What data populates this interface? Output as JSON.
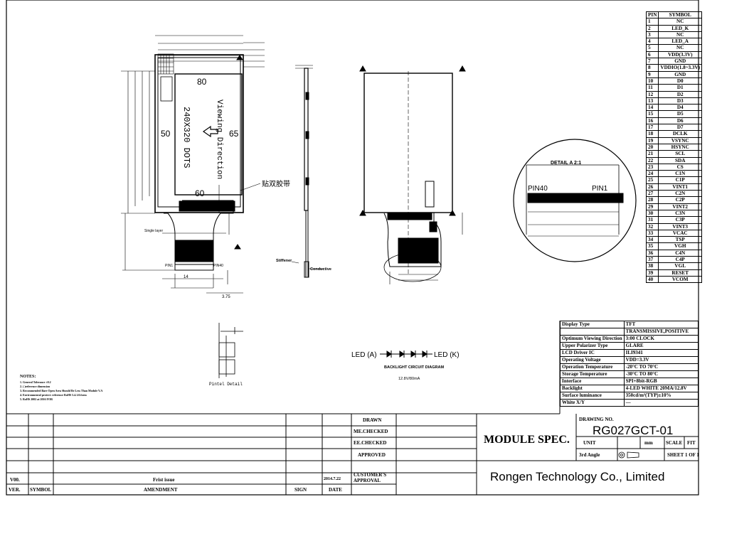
{
  "pin_table": {
    "header": {
      "pin": "PIN",
      "symbol": "SYMBOL"
    },
    "rows": [
      [
        "1",
        "NC"
      ],
      [
        "2",
        "LED_K"
      ],
      [
        "3",
        "NC"
      ],
      [
        "4",
        "LED_A"
      ],
      [
        "5",
        "NC"
      ],
      [
        "6",
        "VDD(3.3V)"
      ],
      [
        "7",
        "GND"
      ],
      [
        "8",
        "VDDIO(1.8~3.3V)"
      ],
      [
        "9",
        "GND"
      ],
      [
        "10",
        "D0"
      ],
      [
        "11",
        "D1"
      ],
      [
        "12",
        "D2"
      ],
      [
        "13",
        "D3"
      ],
      [
        "14",
        "D4"
      ],
      [
        "15",
        "D5"
      ],
      [
        "16",
        "D6"
      ],
      [
        "17",
        "D7"
      ],
      [
        "18",
        "DCLK"
      ],
      [
        "19",
        "VSYNC"
      ],
      [
        "20",
        "HSYNC"
      ],
      [
        "21",
        "SCL"
      ],
      [
        "22",
        "SDA"
      ],
      [
        "23",
        "CS"
      ],
      [
        "24",
        "C1N"
      ],
      [
        "25",
        "C1P"
      ],
      [
        "26",
        "VINT1"
      ],
      [
        "27",
        "C2N"
      ],
      [
        "28",
        "C2P"
      ],
      [
        "29",
        "VINT2"
      ],
      [
        "30",
        "C3N"
      ],
      [
        "31",
        "C3P"
      ],
      [
        "32",
        "VINT3"
      ],
      [
        "33",
        "VCAC"
      ],
      [
        "34",
        "TSP"
      ],
      [
        "35",
        "VGH"
      ],
      [
        "36",
        "C4N"
      ],
      [
        "37",
        "C4P"
      ],
      [
        "38",
        "VGL"
      ],
      [
        "39",
        "RESET"
      ],
      [
        "40",
        "VCOM"
      ]
    ]
  },
  "spec_table": [
    [
      "Display Type",
      "TFT"
    ],
    [
      "",
      "TRANSMISSIVE,POSITIVE"
    ],
    [
      "Optimum Viewing Direction",
      "3:00 CLOCK"
    ],
    [
      "Upper Polarizer Type",
      "GLARE"
    ],
    [
      "LCD Driver IC",
      "ILI9341"
    ],
    [
      "Operating Voltage",
      "VDD=3.3V"
    ],
    [
      "Operation Temperature",
      "-20°C TO 70°C"
    ],
    [
      "Storage Temperature",
      "-30°C TO 80°C"
    ],
    [
      "Interface",
      "SPI+8bit-RGB"
    ],
    [
      "Backlight",
      "4-LED WHITE 20MA/12.8V"
    ],
    [
      "Surface luminance",
      "350cd/m²(TYP)±10%"
    ],
    [
      "White X/Y",
      "—"
    ]
  ],
  "drawing": {
    "lcd_text": "240X320 DOTS",
    "viewing_direction": "Viewing Direction",
    "view_top": "80",
    "view_bottom": "60",
    "view_left": "50",
    "view_right": "65",
    "tape_label": "贴双胶带",
    "single_layer": "Single layer",
    "stiffener": "Stiffener",
    "conductive": "Conductive",
    "pin1": "PIN1",
    "pin40": "PIN40",
    "detail_title": "DETAIL  A 2:1",
    "detail_pin40": "PIN40",
    "detail_pin1": "PIN1",
    "dim_w": "14",
    "dim_b": "3.75",
    "backlight_led_a": "LED (A)",
    "backlight_led_k": "LED (K)",
    "backlight_title": "BACKLIGHT CIRCUIT DIAGRAM",
    "backlight_sub": "12.8V/80mA",
    "print_detail": "Pintel Detail",
    "notes_title": "NOTES:",
    "notes": [
      "1. General Tolerance ±0.2",
      "2. ( )reference dimension",
      "3. Recommended Bare Open Area Should Be Less Than Module V.A",
      "4. Environmental protect: reference RoHS 5.4.1.0.form",
      "5. RoHS  2002 at 2016 FOR"
    ]
  },
  "title_block": {
    "drawn": "DRAWN",
    "me_checked": "ME.CHECKED",
    "ee_checked": "EE.CHECKED",
    "approved": "APPROVED",
    "customer_approval": "CUSTOMER'S APPROVAL",
    "ver_label": "VER.",
    "symbol_label": "SYMBOL",
    "amendment_label": "AMENDMENT",
    "sign_label": "SIGN",
    "date_label": "DATE",
    "first_ver": "V00.",
    "first_amend": "Frist issue",
    "first_date": "2014.7.22",
    "module_spec": "MODULE  SPEC.",
    "drawing_no_label": "DRAWING NO.",
    "drawing_no": "RG027GCT-01",
    "unit_label": "UNIT",
    "unit_value": "mm",
    "scale_label": "SCALE",
    "scale_value": "FIT",
    "angle_label": "3rd Angle",
    "sheet": "SHEET 1 OF 1",
    "company": "Rongen Technology Co., Limited"
  }
}
